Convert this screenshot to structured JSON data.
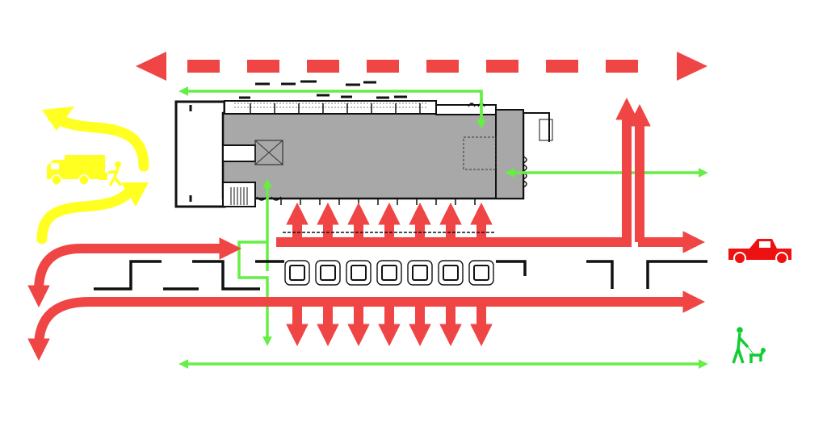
{
  "title": "",
  "colors": {
    "vehicle": "#f04545",
    "pedestrian": "#66ee44",
    "service": "#ffff22",
    "building": "#a8a8a8",
    "outline": "#111111",
    "background": "#ffffff"
  },
  "legend_icons": {
    "service": "delivery-truck-with-worker-icon",
    "vehicle": "red-pickup-truck-icon",
    "pedestrian": "person-walking-dog-icon"
  },
  "counts": {
    "bus_bays": 7,
    "arrivals": 7,
    "departures": 7
  }
}
